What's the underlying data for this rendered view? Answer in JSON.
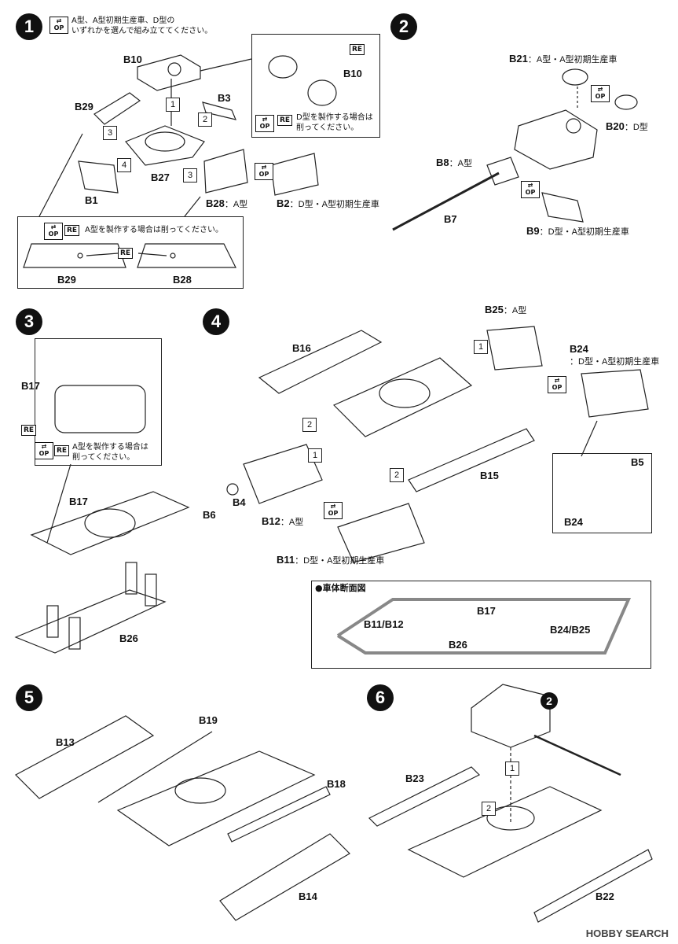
{
  "steps": {
    "s1": "1",
    "s2": "2",
    "s3": "3",
    "s4": "4",
    "s5": "5",
    "s6": "6",
    "ref2": "2"
  },
  "icons": {
    "op": "OP",
    "re": "RE"
  },
  "step1": {
    "note_l1": "A型、A型初期生産車、D型の",
    "note_l2": "いずれかを選んで組み立ててください。",
    "b10": "B10",
    "b10b": "B10",
    "b29": "B29",
    "b3": "B3",
    "b1": "B1",
    "b27": "B27",
    "b28": "B28",
    "b28s": "：A型",
    "b2": "B2",
    "b2s": "：D型・A型初期生産車",
    "d_note_l1": "D型を製作する場合は",
    "d_note_l2": "削ってください。",
    "a_note": "A型を製作する場合は削ってください。",
    "b29b": "B29",
    "b28b": "B28",
    "n1": "1",
    "n2": "2",
    "n3a": "3",
    "n3b": "3",
    "n4": "4"
  },
  "step2": {
    "b21": "B21",
    "b21s": "：A型・A型初期生産車",
    "b20": "B20",
    "b20s": "：D型",
    "b8": "B8",
    "b8s": "：A型",
    "b7": "B7",
    "b9": "B9",
    "b9s": "：D型・A型初期生産車"
  },
  "step3": {
    "b17": "B17",
    "b17b": "B17",
    "b26": "B26",
    "a_note_l1": "A型を製作する場合は",
    "a_note_l2": "削ってください。"
  },
  "step4": {
    "b16": "B16",
    "b25": "B25",
    "b25s": "：A型",
    "b24": "B24",
    "b24s": "：D型・A型初期生産車",
    "b15": "B15",
    "b4": "B4",
    "b6": "B6",
    "b12": "B12",
    "b12s": "：A型",
    "b11": "B11",
    "b11s": "：D型・A型初期生産車",
    "b5": "B5",
    "b24b": "B24",
    "n1a": "1",
    "n1b": "1",
    "n2a": "2",
    "n2b": "2",
    "section_title": "●車体断面図",
    "sec_b17": "B17",
    "sec_b11": "B11/B12",
    "sec_b24": "B24/B25",
    "sec_b26": "B26"
  },
  "step5": {
    "b13": "B13",
    "b19": "B19",
    "b18": "B18",
    "b14": "B14"
  },
  "step6": {
    "b23": "B23",
    "b22": "B22",
    "n1": "1",
    "n2": "2"
  },
  "watermark": "HOBBY SEARCH"
}
